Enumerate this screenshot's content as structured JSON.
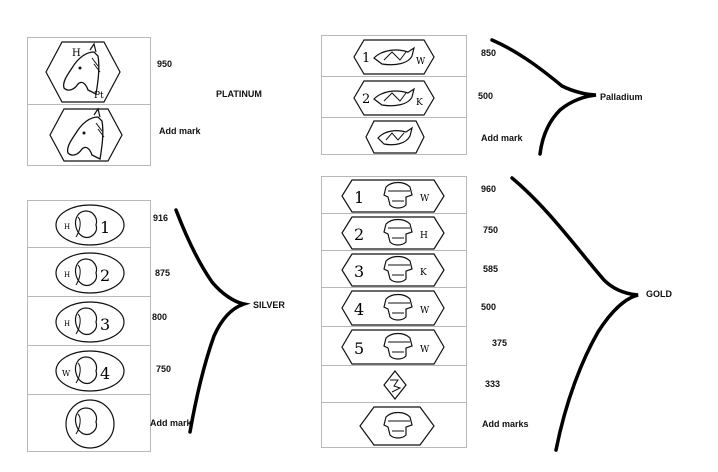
{
  "platinum": {
    "title": "PLATINUM",
    "marks": [
      {
        "icon": "horse-head-pt-icon",
        "label": "950",
        "letters": [
          "H",
          "Pt"
        ]
      },
      {
        "icon": "horse-head-icon",
        "label": "Add mark",
        "letters": []
      }
    ]
  },
  "palladium": {
    "title": "Palladium",
    "marks": [
      {
        "icon": "bird-icon",
        "label": "850",
        "letters": [
          "1",
          "W"
        ]
      },
      {
        "icon": "bird-icon",
        "label": "500",
        "letters": [
          "2",
          "K"
        ]
      },
      {
        "icon": "bird-icon",
        "label": "Add mark",
        "letters": []
      }
    ]
  },
  "silver": {
    "title": "SILVER",
    "marks": [
      {
        "icon": "woman-head-icon",
        "label": "916",
        "letters": [
          "H",
          "1"
        ]
      },
      {
        "icon": "woman-head-icon",
        "label": "875",
        "letters": [
          "H",
          "2"
        ]
      },
      {
        "icon": "woman-head-icon",
        "label": "800",
        "letters": [
          "H",
          "3"
        ]
      },
      {
        "icon": "woman-head-icon",
        "label": "750",
        "letters": [
          "W",
          "4"
        ]
      },
      {
        "icon": "woman-head-icon",
        "label": "Add mark",
        "letters": []
      }
    ]
  },
  "gold": {
    "title": "GOLD",
    "marks": [
      {
        "icon": "helmet-head-icon",
        "label": "960",
        "letters": [
          "1",
          "W"
        ]
      },
      {
        "icon": "helmet-head-icon",
        "label": "750",
        "letters": [
          "2",
          "H"
        ]
      },
      {
        "icon": "helmet-head-icon",
        "label": "585",
        "letters": [
          "3",
          "K"
        ]
      },
      {
        "icon": "helmet-head-icon",
        "label": "500",
        "letters": [
          "4",
          "W"
        ]
      },
      {
        "icon": "helmet-head-icon",
        "label": "375",
        "letters": [
          "5",
          "W"
        ]
      },
      {
        "icon": "small-diamond-icon",
        "label": "333",
        "letters": []
      },
      {
        "icon": "helmet-head-icon",
        "label": "Add marks",
        "letters": []
      }
    ]
  }
}
